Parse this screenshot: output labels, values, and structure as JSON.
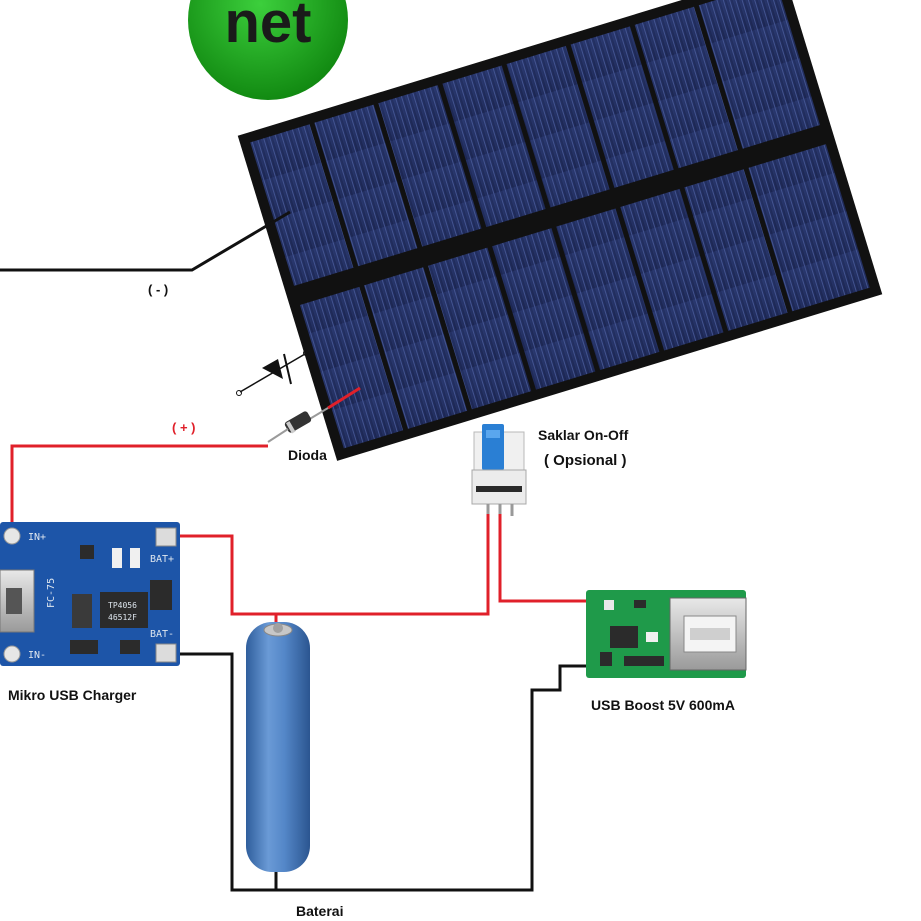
{
  "logo": {
    "text": "net",
    "color": "#1f8f1f"
  },
  "labels": {
    "negative": "( - )",
    "positive": "( + )",
    "diode": "Dioda",
    "switch": "Saklar On-Off",
    "switch_note": "( Opsional )",
    "charger": "Mikro USB Charger",
    "boost": "USB Boost 5V 600mA",
    "battery": "Baterai"
  },
  "charger_pins": {
    "in_plus": "IN+",
    "in_minus": "IN-",
    "bat_plus": "BAT+",
    "bat_minus": "BAT-",
    "usb_label": "FC-75",
    "ic_label_1": "TP4056",
    "ic_label_2": "46512F"
  },
  "colors": {
    "wire_positive": "#e0202a",
    "wire_negative": "#111111",
    "solar_cell": "#23305e",
    "solar_frame": "#111111",
    "charger_pcb": "#1d55a8",
    "boost_pcb": "#1f9a4a",
    "battery": "#4f82c4",
    "switch_cap": "#2a7fd4"
  },
  "icons": [
    "diode-symbol-icon",
    "solar-panel-icon",
    "battery-icon",
    "usb-port-icon",
    "switch-icon"
  ]
}
